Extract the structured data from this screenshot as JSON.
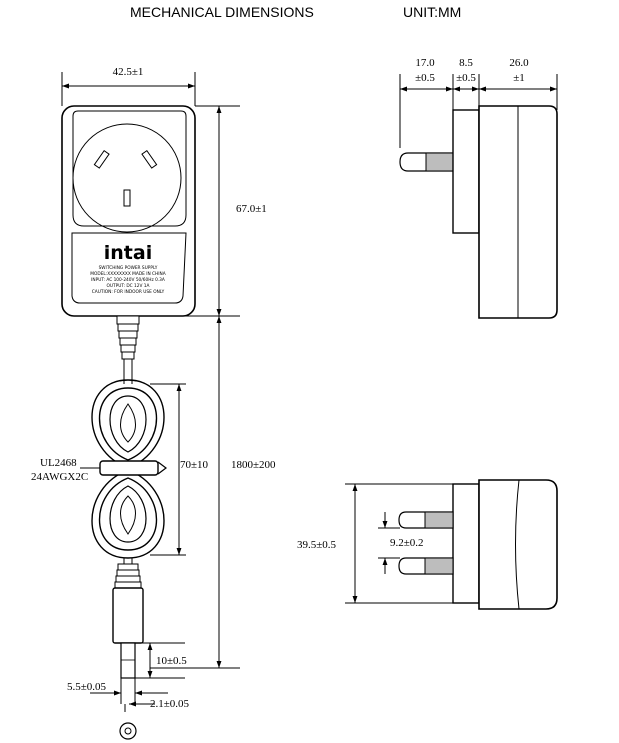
{
  "header": {
    "title": "MECHANICAL DIMENSIONS",
    "unit": "UNIT:MM"
  },
  "front_view": {
    "width_dim": "42.5±1",
    "height_dim": "67.0±1",
    "cable_length_dim": "1800±200",
    "coil_dim": "70±10",
    "cable_spec_line1": "UL2468",
    "cable_spec_line2": "24AWGX2C",
    "plug_length_dim": "10±0.5",
    "plug_od_dim": "5.5±0.05",
    "plug_id_dim": "2.1±0.05",
    "brand": "intai",
    "label_lines": [
      "SWITCHING POWER SUPPLY",
      "MODEL:XXXXXXXX  MADE IN CHINA",
      "INPUT: AC 100-240V 50/60Hz 0.3A",
      "OUTPUT: DC 12V 1A",
      "CAUTION: FOR INDOOR USE ONLY"
    ]
  },
  "side_view": {
    "pin_dim_value": "17.0",
    "pin_dim_tol": "±0.5",
    "plate_dim_value": "8.5",
    "plate_dim_tol": "±0.5",
    "body_dim_value": "26.0",
    "body_dim_tol": "±1"
  },
  "bottom_view": {
    "height_dim": "39.5±0.5",
    "pin_spacing_dim": "9.2±0.2"
  }
}
